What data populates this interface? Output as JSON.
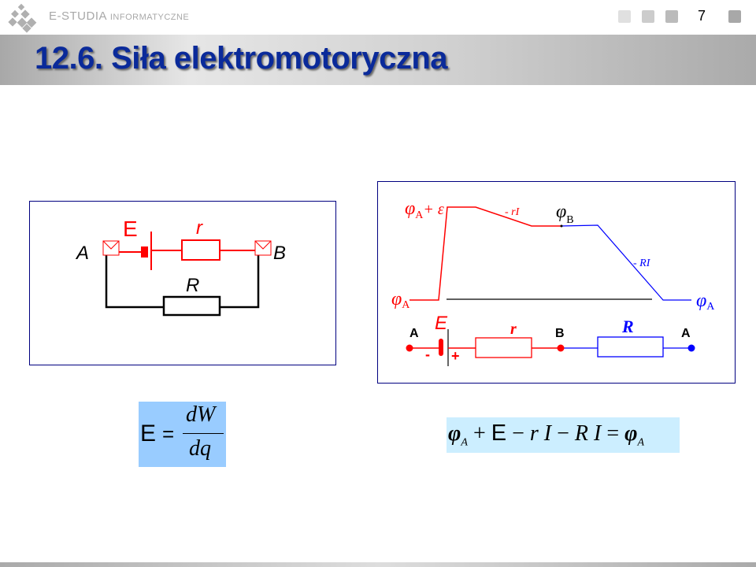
{
  "header": {
    "brand_main": "E-STUDIA",
    "brand_sub": "INFORMATYCZNE",
    "page_number": "7",
    "icons": [
      "logo-icon",
      "nav-square-icon"
    ]
  },
  "title": "12.6. Siła elektromotoryczna",
  "colors": {
    "title": "#0a2a9a",
    "red": "#ff0000",
    "blue": "#0000ff",
    "formula1_bg": "#99ccff",
    "formula2_bg": "#cceeff"
  },
  "circuit_left": {
    "label_A": "A",
    "label_B": "B",
    "label_E": "E",
    "label_r": "r",
    "label_R": "R"
  },
  "potential_diagram": {
    "phi": "φ",
    "sub_A": "A",
    "sub_B": "B",
    "plus_eps": "+ ε",
    "drop_r": "- rI",
    "drop_R": "- RI",
    "node_A": "A",
    "node_B": "B",
    "node_A2": "A",
    "label_E": "E",
    "label_r": "r",
    "label_R": "R",
    "minus": "-",
    "plus": "+"
  },
  "formula1": {
    "lhs": "E",
    "eq": "=",
    "num": "dW",
    "den": "dq"
  },
  "formula2": {
    "phi": "φ",
    "sub": "A",
    "plus": "+",
    "E": "E",
    "m1": "−",
    "rI": "r I",
    "m2": "−",
    "RI": "R I",
    "eq": "=",
    "phi2": "φ",
    "sub2": "A"
  }
}
